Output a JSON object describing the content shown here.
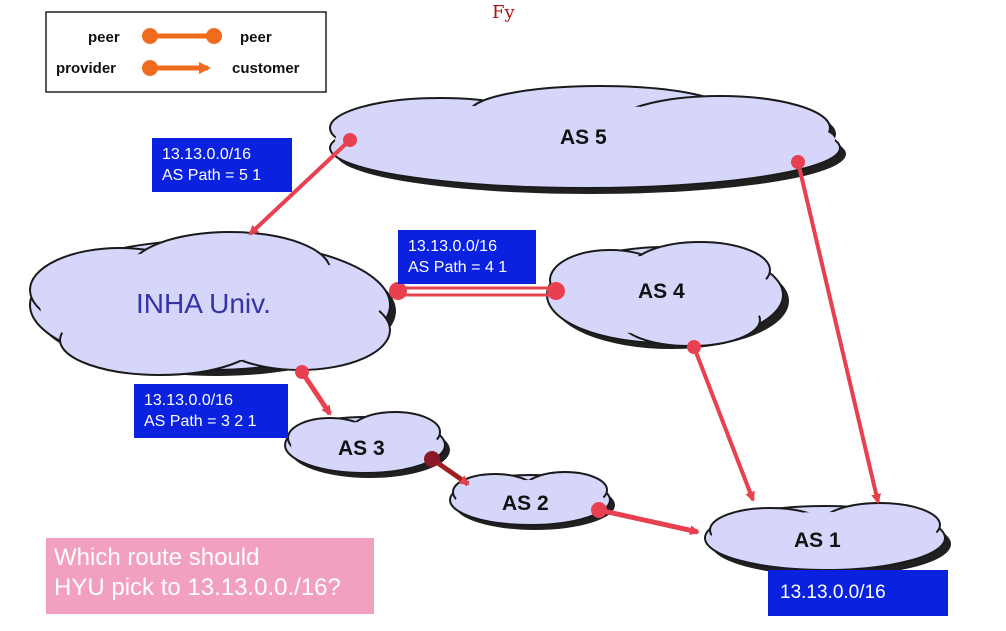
{
  "legend": {
    "peer_left": "peer",
    "peer_right": "peer",
    "provider": "provider",
    "customer": "customer",
    "accent_color": "#f06c1c"
  },
  "nodes": {
    "as5": "AS 5",
    "inha": "INHA Univ.",
    "as4": "AS 4",
    "as3": "AS 3",
    "as2": "AS 2",
    "as1": "AS 1"
  },
  "routes": {
    "via_as5": {
      "prefix": "13.13.0.0/16",
      "path": "AS Path = 5 1"
    },
    "via_as4": {
      "prefix": "13.13.0.0/16",
      "path": "AS Path = 4 1"
    },
    "via_as3": {
      "prefix": "13.13.0.0/16",
      "path": "AS Path = 3 2 1"
    },
    "origin": {
      "prefix": "13.13.0.0/16"
    }
  },
  "question": {
    "line1": "Which route should",
    "line2": "HYU pick to 13.13.0.0./16?"
  },
  "annotation_mark": "Fy",
  "colors": {
    "cloud_fill": "#d6d6fa",
    "link_color": "#e8404f",
    "route_box": "#0a22e0",
    "question_box": "#f2a0bf"
  }
}
